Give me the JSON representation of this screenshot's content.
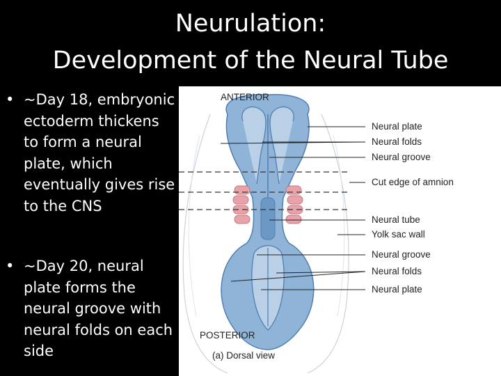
{
  "slide": {
    "title_line1": "Neurulation:",
    "title_line2": "Development of the Neural Tube"
  },
  "bullets": [
    {
      "text": "~Day 18, embryonic ectoderm thickens to form a neural plate, which eventually gives rise to the CNS"
    },
    {
      "text": "~Day 20, neural plate forms the neural groove with neural folds on each side"
    }
  ],
  "figure": {
    "anterior": "ANTERIOR",
    "posterior": "POSTERIOR",
    "caption": "(a) Dorsal view",
    "labels": [
      "Neural plate",
      "Neural folds",
      "Neural groove",
      "Cut edge of amnion",
      "Neural tube",
      "Yolk sac wall",
      "Neural groove",
      "Neural folds",
      "Neural plate"
    ]
  },
  "colors": {
    "background": "#000000",
    "embryo_blue": "#8fb4d8",
    "embryo_dark": "#4f7fb2",
    "somite_pink": "#e8a3a9"
  }
}
